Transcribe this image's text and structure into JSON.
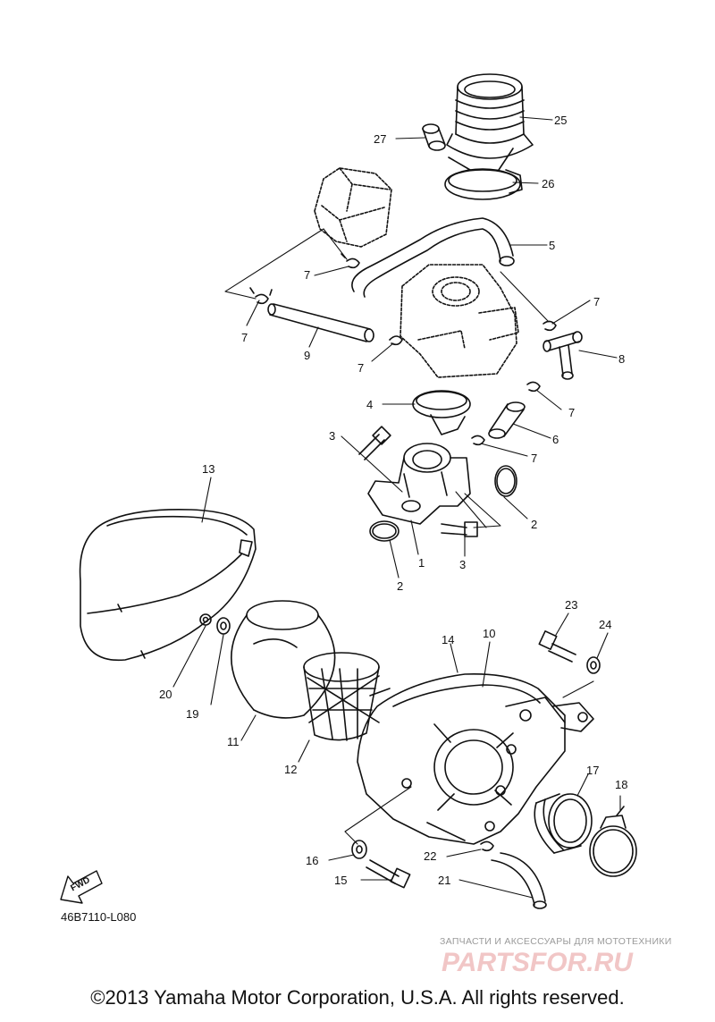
{
  "diagram": {
    "drawing_code": "46B7110-L080",
    "fwd_label": "FWD",
    "callouts": [
      "25",
      "27",
      "26",
      "5",
      "7",
      "7",
      "7",
      "9",
      "7",
      "8",
      "7",
      "4",
      "6",
      "7",
      "3",
      "2",
      "1",
      "3",
      "2",
      "13",
      "23",
      "24",
      "14",
      "10",
      "20",
      "19",
      "11",
      "12",
      "17",
      "18",
      "16",
      "22",
      "15",
      "21"
    ]
  },
  "watermark": {
    "tagline": "ЗАПЧАСТИ И АКСЕССУАРЫ ДЛЯ МОТОТЕХНИКИ",
    "logo_text": "PARTSFOR.RU"
  },
  "footer": {
    "copyright": "©2013 Yamaha Motor Corporation, U.S.A. All rights reserved."
  }
}
